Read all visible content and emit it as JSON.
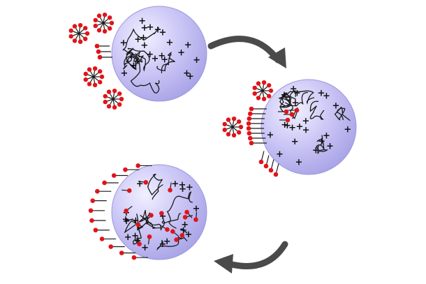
{
  "figure": {
    "stages": [
      {
        "id": "stage-1",
        "description": "micelles approaching charged polymer-core particle"
      },
      {
        "id": "stage-2",
        "description": "surfactants adsorbing and penetrating particle"
      },
      {
        "id": "stage-3",
        "description": "surfactants embedded throughout particle, outer monolayer"
      }
    ],
    "transitions": [
      {
        "id": "arrow-1-to-2",
        "direction": "clockwise-down"
      },
      {
        "id": "arrow-2-to-3",
        "direction": "clockwise-left"
      }
    ],
    "colors": {
      "particle_fill": "#b4b0ec",
      "particle_highlight": "#f1f0ff",
      "headgroup": "#e0141a",
      "arrow": "#4a4a4a",
      "line": "#1a1a1a"
    },
    "symbols": {
      "charge": "+"
    }
  }
}
